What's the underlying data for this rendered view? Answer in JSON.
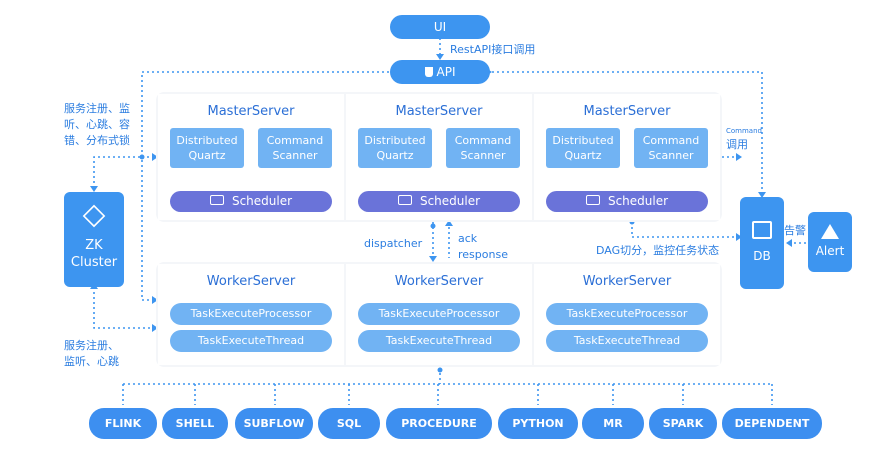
{
  "top": {
    "ui_label": "UI",
    "api_label": "API",
    "rest_label": "RestAPI接口调用"
  },
  "master_servers": [
    {
      "title": "MasterServer",
      "quartz": "Distributed Quartz",
      "scanner": "Command Scanner",
      "scheduler": "Scheduler"
    },
    {
      "title": "MasterServer",
      "quartz": "Distributed Quartz",
      "scanner": "Command Scanner",
      "scheduler": "Scheduler"
    },
    {
      "title": "MasterServer",
      "quartz": "Distributed Quartz",
      "scanner": "Command Scanner",
      "scheduler": "Scheduler"
    }
  ],
  "worker_servers": [
    {
      "title": "WorkerServer",
      "processor": "TaskExecuteProcessor",
      "thread": "TaskExecuteThread"
    },
    {
      "title": "WorkerServer",
      "processor": "TaskExecuteProcessor",
      "thread": "TaskExecuteThread"
    },
    {
      "title": "WorkerServer",
      "processor": "TaskExecuteProcessor",
      "thread": "TaskExecuteThread"
    }
  ],
  "zk": {
    "line1": "ZK",
    "line2": "Cluster"
  },
  "db": {
    "label": "DB"
  },
  "alert": {
    "label": "Alert",
    "arrow_label": "告警"
  },
  "labels": {
    "zk_master": [
      "服务注册、监",
      "听、心跳、容",
      "错、分布式锁"
    ],
    "zk_worker": [
      "服务注册、",
      "监听、心跳"
    ],
    "dispatcher": "dispatcher",
    "ack": [
      "ack",
      "response"
    ],
    "command_small": "Command",
    "command_call": "调用",
    "dag": "DAG切分，监控任务状态"
  },
  "task_types": [
    "FLINK",
    "SHELL",
    "SUBFLOW",
    "SQL",
    "PROCEDURE",
    "PYTHON",
    "MR",
    "SPARK",
    "DEPENDENT"
  ],
  "colors": {
    "primary": "#3d95f0",
    "light": "#71b3f3",
    "scheduler": "#6a73d9",
    "panel": "#f4f6f9"
  }
}
